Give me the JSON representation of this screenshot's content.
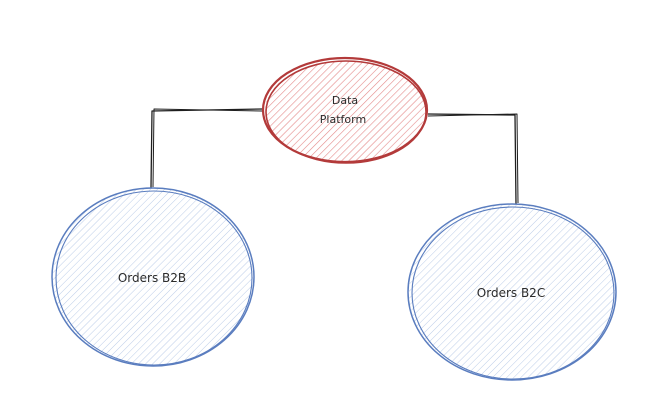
{
  "diagram": {
    "nodes": {
      "data_platform": {
        "label_line1": "Data",
        "label_line2": "Platform",
        "stroke": "#b33a3a",
        "fill": "#f2b9b9"
      },
      "orders_b2b": {
        "label": "Orders B2B",
        "stroke": "#5a7dbf",
        "fill": "#cbd9ee"
      },
      "orders_b2c": {
        "label": "Orders B2C",
        "stroke": "#5a7dbf",
        "fill": "#cbd9ee"
      }
    },
    "connector_color": "#1e1e1e"
  }
}
